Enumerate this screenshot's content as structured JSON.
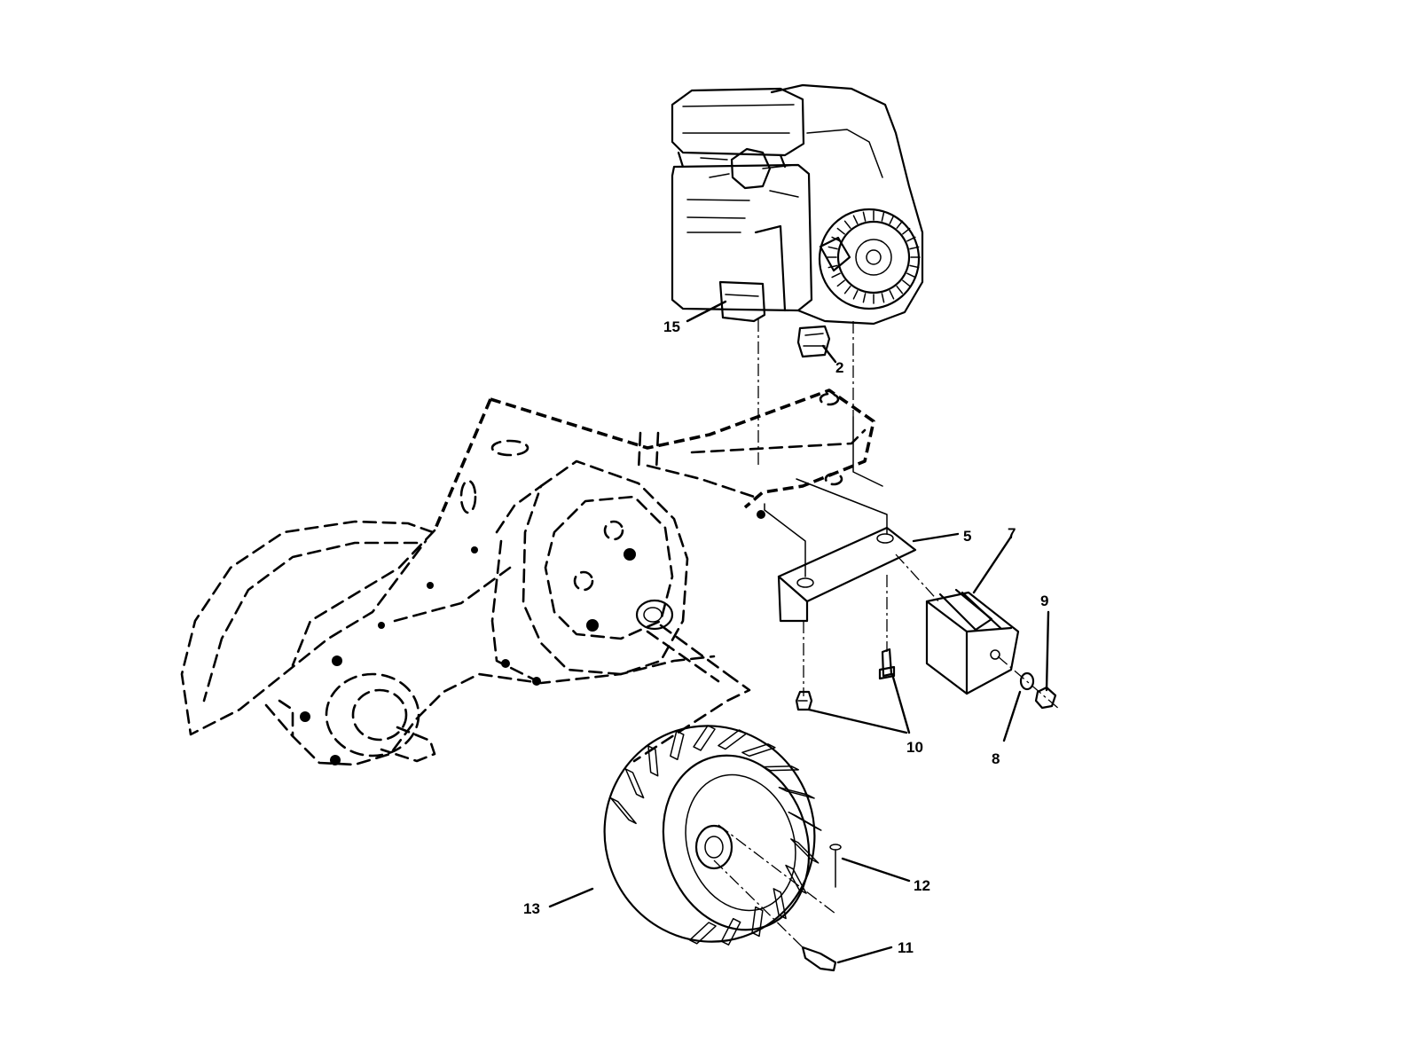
{
  "diagram": {
    "callouts": {
      "c2": "2",
      "c5": "5",
      "c7": "7",
      "c8": "8",
      "c9": "9",
      "c10": "10",
      "c11": "11",
      "c12": "12",
      "c13": "13",
      "c15": "15"
    }
  }
}
